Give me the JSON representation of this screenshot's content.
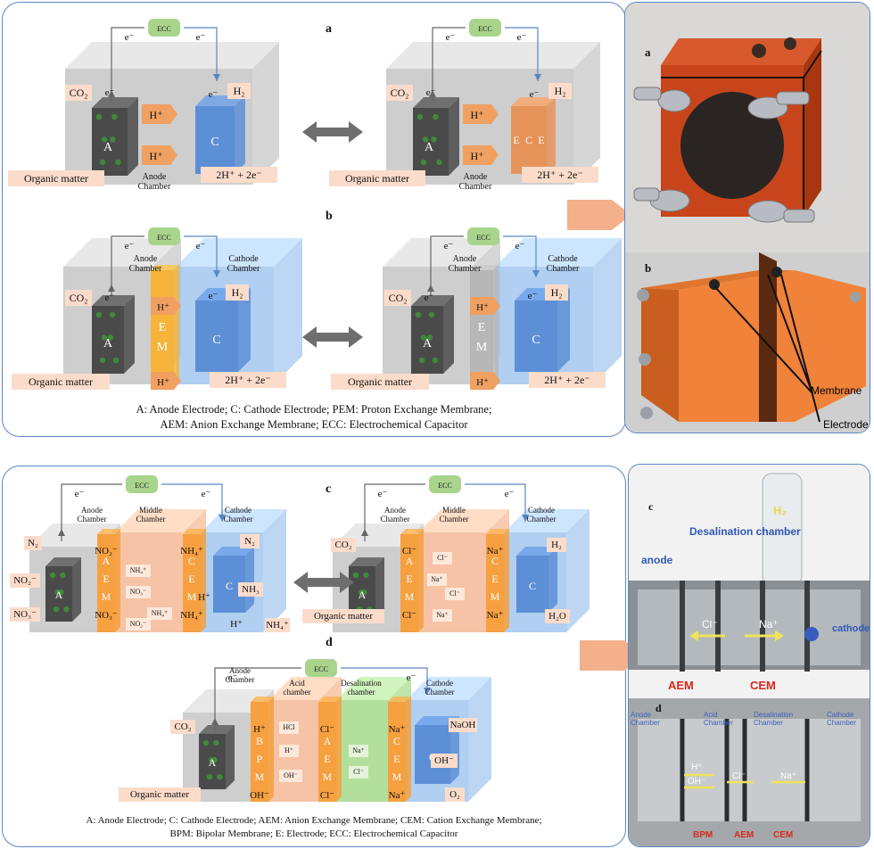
{
  "panel_top": {
    "label_a": "a",
    "label_b": "b",
    "caption": [
      "A: Anode Electrode; C: Cathode Electrode; PEM: Proton Exchange Membrane;",
      "AEM: Anion Exchange Membrane; ECC: Electrochemical Capacitor"
    ],
    "a_left": {
      "ecc": "ECC",
      "e": "e⁻",
      "co2": "CO₂",
      "h2": "H₂",
      "hplus": "H⁺",
      "anode": "A",
      "cathode": "C",
      "organic": "Organic matter",
      "anode_chamber": "Anode\nChamber",
      "reaction": "2H⁺ + 2e⁻"
    },
    "a_right": {
      "ecc": "ECC",
      "e": "e⁻",
      "co2": "CO₂",
      "h2": "H₂",
      "hplus": "H⁺",
      "anode": "A",
      "electrode_e": "E",
      "cathode": "C",
      "organic": "Organic matter",
      "anode_chamber": "Anode\nChamber",
      "reaction": "2H⁺ + 2e⁻"
    },
    "b_left": {
      "ecc": "ECC",
      "e": "e⁻",
      "co2": "CO₂",
      "h2": "H₂",
      "hplus": "H⁺",
      "anode": "A",
      "cathode": "C",
      "membrane": "PEM",
      "organic": "Organic matter",
      "anode_chamber": "Anode\nChamber",
      "cathode_chamber": "Cathode\nChamber",
      "reaction": "2H⁺ + 2e⁻"
    },
    "b_right": {
      "ecc": "ECC",
      "e": "e⁻",
      "co2": "CO₂",
      "h2": "H₂",
      "hplus": "H⁺",
      "anode": "A",
      "cathode": "C",
      "membrane": "AEM",
      "organic": "Organic matter",
      "anode_chamber": "Anode\nChamber",
      "cathode_chamber": "Cathode\nChamber",
      "reaction": "2H⁺ + 2e⁻"
    }
  },
  "photo_top": {
    "label_a": "a",
    "label_b": "b",
    "membrane": "Membrane",
    "electrode": "Electrode"
  },
  "panel_bottom": {
    "label_c": "c",
    "label_d": "d",
    "caption": [
      "A: Anode Electrode; C: Cathode Electrode; AEM: Anion Exchange Membrane; CEM: Cation Exchange Membrane;",
      "BPM: Bipolar Membrane; E: Electrode; ECC: Electrochemical Capacitor"
    ],
    "c_left": {
      "ecc": "ECC",
      "e": "e⁻",
      "n2": "N₂",
      "no2": "NO₂⁻",
      "no3": "NO₃⁻",
      "nh4": "NH₄⁺",
      "nh3": "NH₃",
      "hplus": "H⁺",
      "anode": "A",
      "cathode": "C",
      "aem": "AEM",
      "cem": "CEM",
      "anode_chamber": "Anode\nChamber",
      "middle_chamber": "Middle\nChamber",
      "cathode_chamber": "Cathode\nChamber"
    },
    "c_right": {
      "ecc": "ECC",
      "e": "e⁻",
      "co2": "CO₂",
      "h2": "H₂",
      "h2o": "H₂O",
      "cl": "Cl⁻",
      "na": "Na⁺",
      "anode": "A",
      "cathode": "C",
      "aem": "AEM",
      "cem": "CEM",
      "organic": "Organic matter",
      "anode_chamber": "Anode\nChamber",
      "middle_chamber": "Middle\nChamber",
      "cathode_chamber": "Cathode\nChamber"
    },
    "d": {
      "ecc": "ECC",
      "e": "e⁻",
      "co2": "CO₂",
      "hplus": "H⁺",
      "ohminus": "OH⁻",
      "hcl": "HCl",
      "naoh": "NaOH",
      "cl": "Cl⁻",
      "na": "Na⁺",
      "o2": "O₂",
      "anode": "A",
      "cathode": "C",
      "bpm": "BPM",
      "aem": "AEM",
      "cem": "CEM",
      "organic": "Organic matter",
      "anode_chamber": "Anode\nChamber",
      "acid_chamber": "Acid\nchamber",
      "desal_chamber": "Desalination\nchamber",
      "cathode_chamber": "Cathode\nChamber"
    }
  },
  "photo_bottom": {
    "label_c": "c",
    "label_d": "d",
    "h2": "H₂",
    "desal": "Desalination\nchamber",
    "anode": "anode",
    "cathode": "cathode",
    "cl": "Cl⁻",
    "na": "Na⁺",
    "aem": "AEM",
    "cem": "CEM",
    "anode_chamber": "Anode\nChamber",
    "acid_chamber": "Acid\nChamber",
    "desal_chamber": "Desalination\nChamber",
    "cathode_chamber": "Cathode\nChamber",
    "bpm": "BPM",
    "aem2": "AEM",
    "cem2": "CEM",
    "hplus": "H⁺",
    "ohminus": "OH⁻",
    "cl2": "Cl⁻",
    "na2": "Na⁺"
  },
  "colors": {
    "frame": "#5b86c3",
    "box_gray": "#c9c9c9",
    "anode": "#4a4a4a",
    "cathode": "#5d8fd6",
    "ecc": "#a8d48c",
    "arrow_orange": "#f0a060",
    "membrane_orange": "#f6a040",
    "label_bg": "#fbdccb",
    "cathode_chamber": "#9cc3ee",
    "desal_green": "#a6d98c"
  }
}
